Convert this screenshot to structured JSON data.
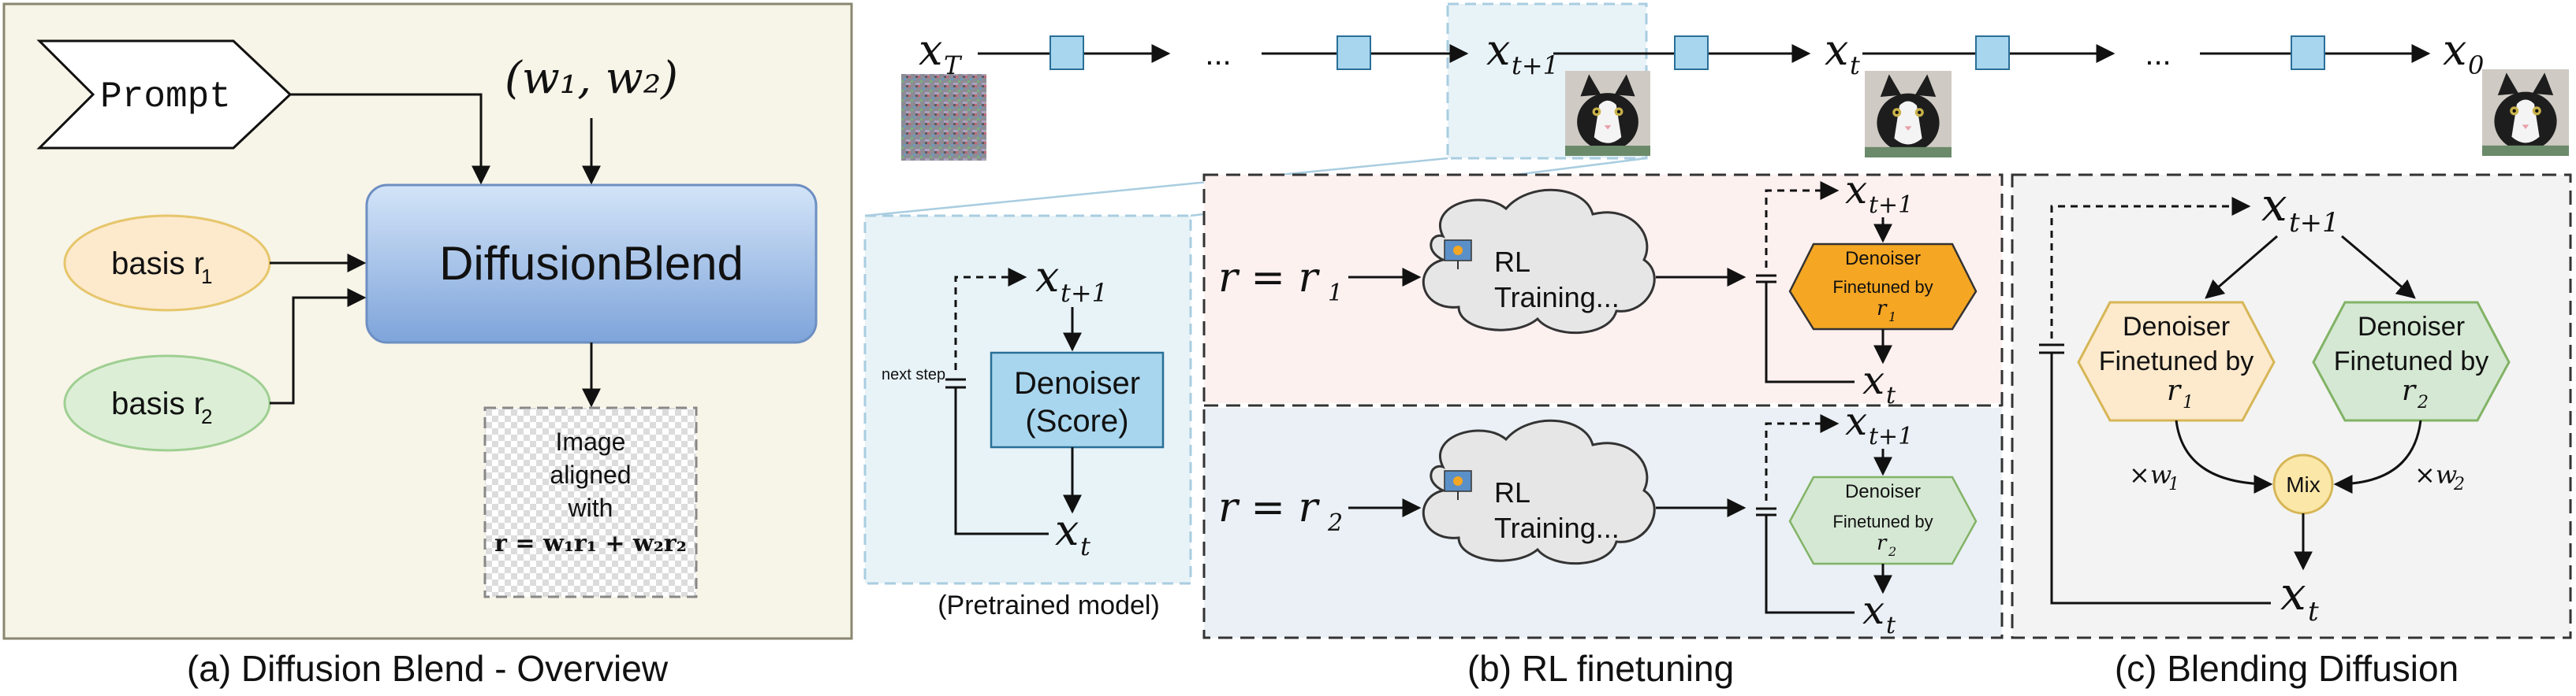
{
  "panel_a": {
    "caption": "(a) Diffusion Blend - Overview",
    "prompt_label": "Prompt",
    "weights_label": "(w₁, w₂)",
    "basis1_label": "basis r",
    "basis1_sub": "1",
    "basis2_label": "basis r",
    "basis2_sub": "2",
    "blend_label": "DiffusionBlend",
    "image_line1": "Image",
    "image_line2": "aligned",
    "image_line3": "with",
    "image_formula": "r = w₁r₁ + w₂r₂"
  },
  "chain": {
    "x_T": "x",
    "x_T_sub": "T",
    "ellipsis1": "...",
    "x_t1": "x",
    "x_t1_sub": "t+1",
    "x_t": "x",
    "x_t_sub": "t",
    "ellipsis2": "...",
    "x_0": "x",
    "x_0_sub": "0"
  },
  "pretrained": {
    "x_in": "x",
    "x_in_sub": "t+1",
    "denoiser_line1": "Denoiser",
    "denoiser_line2": "(Score)",
    "x_out": "x",
    "x_out_sub": "t",
    "next_step": "next step",
    "caption": "(Pretrained model)"
  },
  "panel_b": {
    "caption": "(b) RL finetuning",
    "r1_eq": "r = r",
    "r1_sub": "1",
    "r2_eq": "r = r",
    "r2_sub": "2",
    "rl_line1": "RL",
    "rl_line2": "Training...",
    "denoiser": "Denoiser",
    "finetuned_by": "Finetuned by",
    "by_r": "r",
    "sub1": "1",
    "sub2": "2",
    "x_in": "x",
    "x_in_sub": "t+1",
    "x_out": "x",
    "x_out_sub": "t"
  },
  "panel_c": {
    "caption": "(c) Blending Diffusion",
    "x_in": "x",
    "x_in_sub": "t+1",
    "denoiser": "Denoiser",
    "finetuned_by": "Finetuned by",
    "by_r": "r",
    "sub1": "1",
    "sub2": "2",
    "w1": "×w",
    "w1_sub": "1",
    "w2": "×w",
    "w2_sub": "2",
    "mix": "Mix",
    "x_out": "x",
    "x_out_sub": "t"
  },
  "colors": {
    "panel_a_bg": "#f7f4e8",
    "panel_a_border": "#8a8770",
    "blend_top": "#cde0f7",
    "blend_bottom": "#7fa6dc",
    "basis1_fill": "#fde9cc",
    "basis1_stroke": "#e6c66b",
    "basis2_fill": "#dcefd6",
    "basis2_stroke": "#9fcf92",
    "step_box": "#a8d6ee",
    "pretrained_bg": "#e8f3f8",
    "b_top_bg": "#fdf1f0",
    "b_bottom_bg": "#eaf0f5",
    "c_bg": "#f3f3f3",
    "orange_hex": "#f5a623",
    "green_hex": "#d5e8d4",
    "mix_fill": "#fbe7a8"
  }
}
